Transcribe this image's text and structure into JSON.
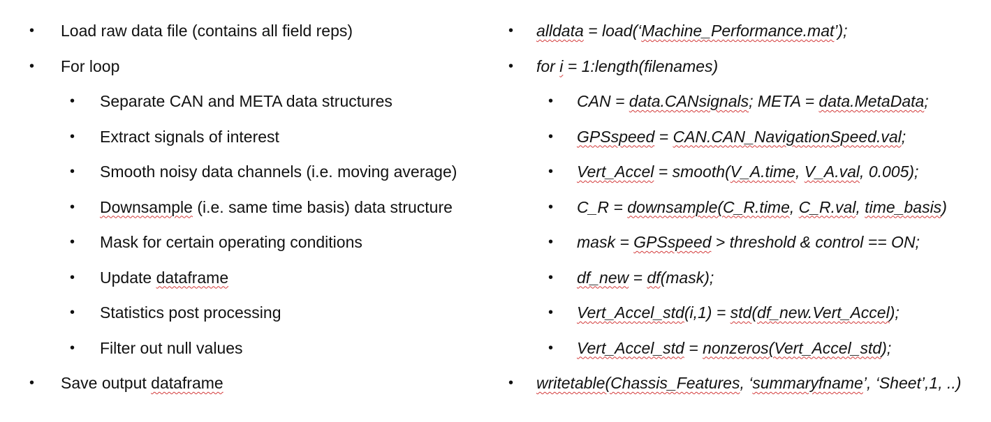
{
  "left_list": {
    "items": [
      {
        "level": 1,
        "segments": [
          {
            "text": "Load raw data file (contains all field reps)"
          }
        ]
      },
      {
        "level": 1,
        "segments": [
          {
            "text": "For loop"
          }
        ]
      },
      {
        "level": 2,
        "segments": [
          {
            "text": "Separate CAN and META data structures"
          }
        ]
      },
      {
        "level": 2,
        "segments": [
          {
            "text": "Extract signals of interest"
          }
        ]
      },
      {
        "level": 2,
        "segments": [
          {
            "text": "Smooth noisy data channels (i.e. moving average)"
          }
        ]
      },
      {
        "level": 2,
        "segments": [
          {
            "text": "Downsample",
            "sq": true
          },
          {
            "text": " (i.e. same time basis) data structure"
          }
        ]
      },
      {
        "level": 2,
        "segments": [
          {
            "text": "Mask for certain operating conditions"
          }
        ]
      },
      {
        "level": 2,
        "segments": [
          {
            "text": "Update "
          },
          {
            "text": "dataframe",
            "sq": true
          }
        ]
      },
      {
        "level": 2,
        "segments": [
          {
            "text": "Statistics post processing"
          }
        ]
      },
      {
        "level": 2,
        "segments": [
          {
            "text": "Filter out null values"
          }
        ]
      },
      {
        "level": 1,
        "segments": [
          {
            "text": "Save output "
          },
          {
            "text": "dataframe",
            "sq": true
          }
        ]
      }
    ]
  },
  "right_list": {
    "items": [
      {
        "level": 1,
        "segments": [
          {
            "text": "alldata",
            "sq": true
          },
          {
            "text": " = load(‘"
          },
          {
            "text": "Machine_Performance.mat",
            "sq": true
          },
          {
            "text": "’);"
          }
        ]
      },
      {
        "level": 1,
        "segments": [
          {
            "text": "for "
          },
          {
            "text": "i",
            "sq": true
          },
          {
            "text": " = 1:length(filenames)"
          }
        ]
      },
      {
        "level": 2,
        "segments": [
          {
            "text": "CAN = "
          },
          {
            "text": "data.CANsignals",
            "sq": true
          },
          {
            "text": "; META = "
          },
          {
            "text": "data.MetaData",
            "sq": true
          },
          {
            "text": ";"
          }
        ]
      },
      {
        "level": 2,
        "segments": [
          {
            "text": "GPSspeed",
            "sq": true
          },
          {
            "text": " = "
          },
          {
            "text": "CAN.CAN_NavigationSpeed.val",
            "sq": true
          },
          {
            "text": ";"
          }
        ]
      },
      {
        "level": 2,
        "segments": [
          {
            "text": "Vert_Accel",
            "sq": true
          },
          {
            "text": " = smooth("
          },
          {
            "text": "V_A.time",
            "sq": true
          },
          {
            "text": ", "
          },
          {
            "text": "V_A.val",
            "sq": true
          },
          {
            "text": ", 0.005);"
          }
        ]
      },
      {
        "level": 2,
        "segments": [
          {
            "text": "C_R = "
          },
          {
            "text": "downsample(C_R.time",
            "sq": true
          },
          {
            "text": ", "
          },
          {
            "text": "C_R.val",
            "sq": true
          },
          {
            "text": ", "
          },
          {
            "text": "time_basis",
            "sq": true
          },
          {
            "text": ")"
          }
        ]
      },
      {
        "level": 2,
        "segments": [
          {
            "text": "mask = "
          },
          {
            "text": "GPSspeed",
            "sq": true
          },
          {
            "text": " > threshold & control == ON;"
          }
        ]
      },
      {
        "level": 2,
        "segments": [
          {
            "text": "df_new",
            "sq": true
          },
          {
            "text": " = "
          },
          {
            "text": "df",
            "sq": true
          },
          {
            "text": "(mask);"
          }
        ]
      },
      {
        "level": 2,
        "segments": [
          {
            "text": "Vert_Accel_std",
            "sq": true
          },
          {
            "text": "(i,1) = "
          },
          {
            "text": "std",
            "sq": true
          },
          {
            "text": "("
          },
          {
            "text": "df_new.Vert_Accel",
            "sq": true
          },
          {
            "text": ");"
          }
        ]
      },
      {
        "level": 2,
        "segments": [
          {
            "text": "Vert_Accel_std",
            "sq": true
          },
          {
            "text": " = "
          },
          {
            "text": "nonzeros(Vert_Accel_std",
            "sq": true
          },
          {
            "text": ");"
          }
        ]
      },
      {
        "level": 1,
        "segments": [
          {
            "text": "writetable(Chassis_Features",
            "sq": true
          },
          {
            "text": ", ‘"
          },
          {
            "text": "summaryfname",
            "sq": true
          },
          {
            "text": "’, ‘Sheet’,1, ..)"
          }
        ]
      }
    ]
  },
  "bullet_char": "•"
}
